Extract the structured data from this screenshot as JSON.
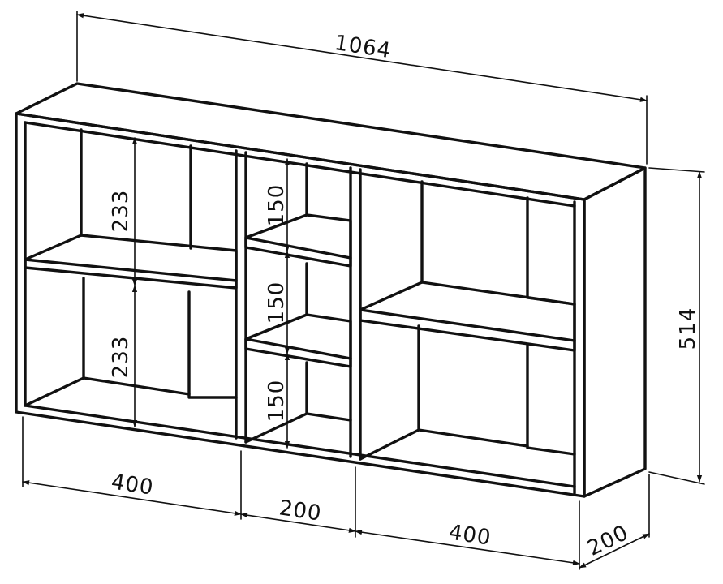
{
  "dimensions": {
    "overall_width": "1064",
    "overall_height": "514",
    "depth": "200",
    "left_section_width": "400",
    "middle_section_width": "200",
    "right_section_width": "400",
    "left_upper_height": "233",
    "left_lower_height": "233",
    "middle_top_height": "150",
    "middle_mid_height": "150",
    "middle_bottom_height": "150"
  }
}
